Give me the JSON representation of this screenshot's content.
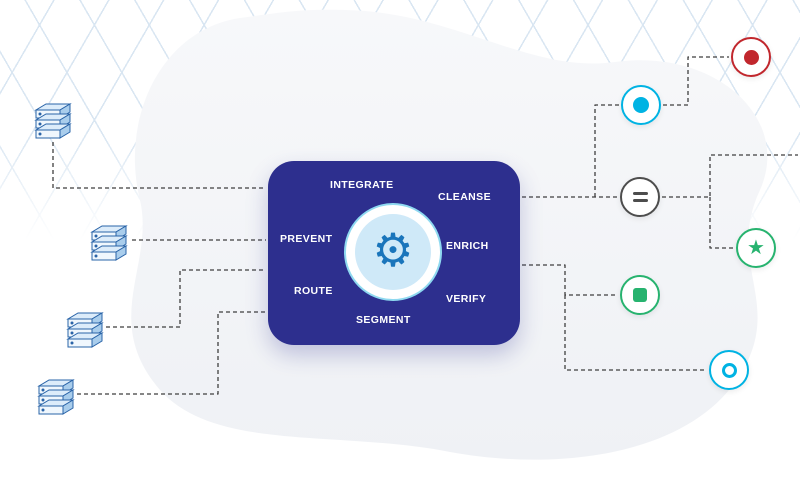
{
  "diagram": {
    "hub": {
      "labels": {
        "top": "INTEGRATE",
        "top_right": "CLEANSE",
        "left": "PREVENT",
        "right": "ENRICH",
        "bottom_left": "ROUTE",
        "bottom_right": "VERIFY",
        "bottom": "SEGMENT"
      },
      "center_icon": "gear-icon",
      "background_color": "#2d2f8e"
    },
    "sources": [
      {
        "name": "database-1",
        "icon": "database-stack-icon"
      },
      {
        "name": "database-2",
        "icon": "database-stack-icon"
      },
      {
        "name": "database-3",
        "icon": "database-stack-icon"
      },
      {
        "name": "database-4",
        "icon": "database-stack-icon"
      }
    ],
    "outputs": [
      {
        "name": "output-cyan-dot",
        "icon": "filled-circle-icon",
        "color": "#00b3e3"
      },
      {
        "name": "output-equals",
        "icon": "equals-icon",
        "color": "#4d4d4d"
      },
      {
        "name": "output-green-square",
        "icon": "filled-square-icon",
        "color": "#27b36f"
      },
      {
        "name": "output-red-dot",
        "icon": "filled-circle-icon",
        "color": "#c1272d"
      },
      {
        "name": "output-green-star",
        "icon": "star-icon",
        "color": "#27b36f"
      },
      {
        "name": "output-cyan-ring",
        "icon": "ring-icon",
        "color": "#00b3e3"
      }
    ],
    "glyphs": {
      "gear": "⚙",
      "star": "★"
    },
    "style": {
      "connector_color": "#3f3f3f",
      "grid_color": "#d9e6f2",
      "blob_color": "#f4f5f8"
    }
  }
}
